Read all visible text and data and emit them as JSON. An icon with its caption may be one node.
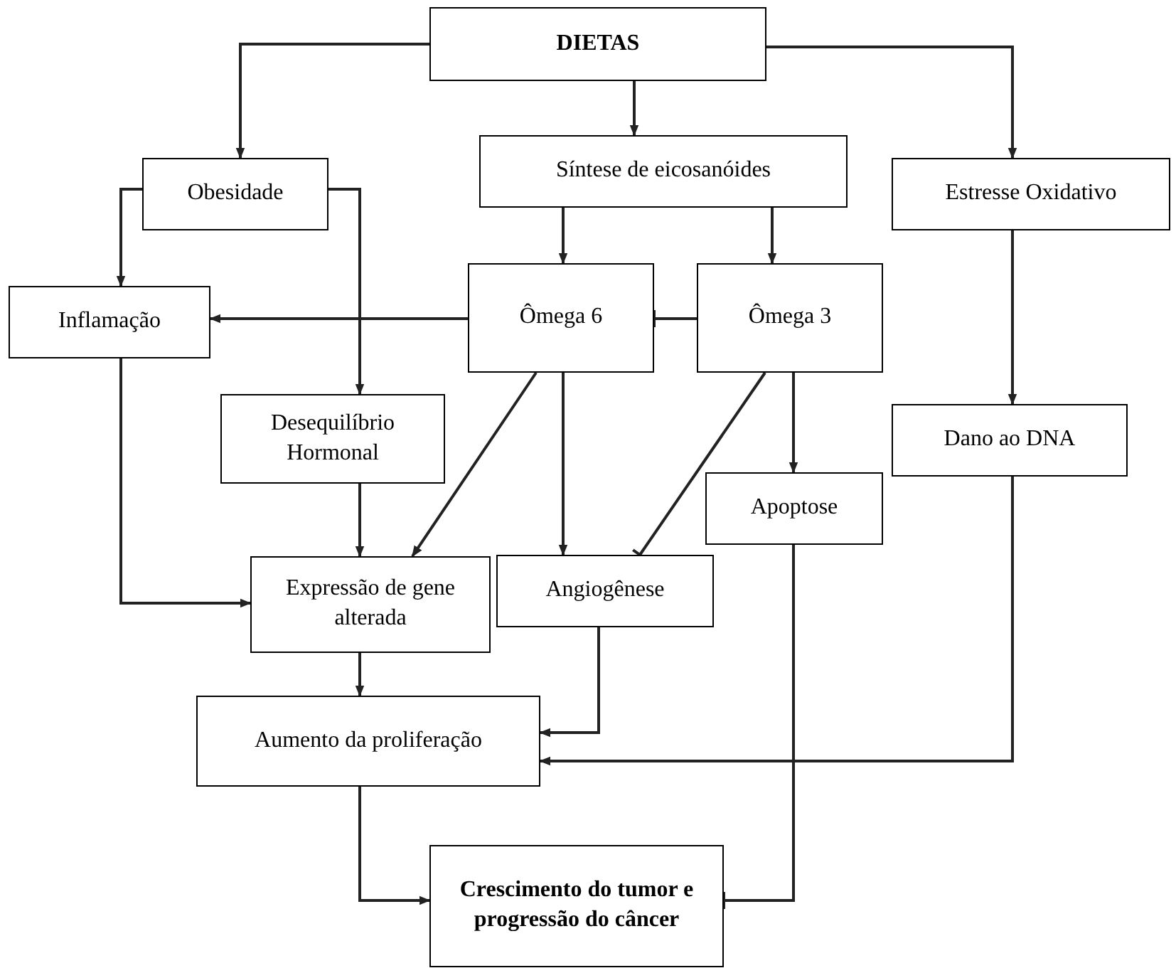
{
  "diagram": {
    "nodes": [
      {
        "text": [
          "DIETAS"
        ]
      },
      {
        "text": [
          "Obesidade"
        ]
      },
      {
        "text": [
          "Síntese de eicosanóides"
        ]
      },
      {
        "text": [
          "Estresse Oxidativo"
        ]
      },
      {
        "text": [
          "Inflamação"
        ]
      },
      {
        "text": [
          "Ômega 6"
        ]
      },
      {
        "text": [
          "Ômega 3"
        ]
      },
      {
        "text": [
          "Desequilíbrio Hormonal"
        ]
      },
      {
        "text": [
          "Dano ao DNA"
        ]
      },
      {
        "text": [
          "Apoptose"
        ]
      },
      {
        "text": [
          "Expressão de gene alterada"
        ]
      },
      {
        "text": [
          "Angiogênese"
        ]
      },
      {
        "text": [
          "Aumento da proliferação"
        ]
      },
      {
        "text": [
          "Crescimento do tumor e progressão do câncer"
        ]
      }
    ],
    "edges": [
      {
        "from": 0,
        "to": 1,
        "arrow": "to"
      },
      {
        "from": 0,
        "to": 2,
        "arrow": "to"
      },
      {
        "from": 0,
        "to": 3,
        "arrow": "to"
      },
      {
        "from": 1,
        "to": 4,
        "arrow": "to"
      },
      {
        "from": 1,
        "to": 7,
        "arrow": "to"
      },
      {
        "from": 2,
        "to": 5,
        "arrow": "to"
      },
      {
        "from": 2,
        "to": 6,
        "arrow": "to"
      },
      {
        "from": 5,
        "to": 4,
        "arrow": "to"
      },
      {
        "from": 6,
        "to": 5,
        "arrow": "other"
      },
      {
        "from": 5,
        "to": 10,
        "arrow": "to"
      },
      {
        "from": 5,
        "to": 11,
        "arrow": "to"
      },
      {
        "from": 6,
        "to": 11,
        "arrow": "other"
      },
      {
        "from": 6,
        "to": 9,
        "arrow": "to"
      },
      {
        "from": 3,
        "to": 8,
        "arrow": "to"
      },
      {
        "from": 7,
        "to": 10,
        "arrow": "to"
      },
      {
        "from": 4,
        "to": 10,
        "arrow": "to"
      },
      {
        "from": 10,
        "to": 12,
        "arrow": "to"
      },
      {
        "from": 11,
        "to": 12,
        "arrow": "to"
      },
      {
        "from": 8,
        "to": 12,
        "arrow": "to"
      },
      {
        "from": 12,
        "to": 13,
        "arrow": "to"
      },
      {
        "from": 9,
        "to": 13,
        "arrow": "other"
      }
    ]
  }
}
